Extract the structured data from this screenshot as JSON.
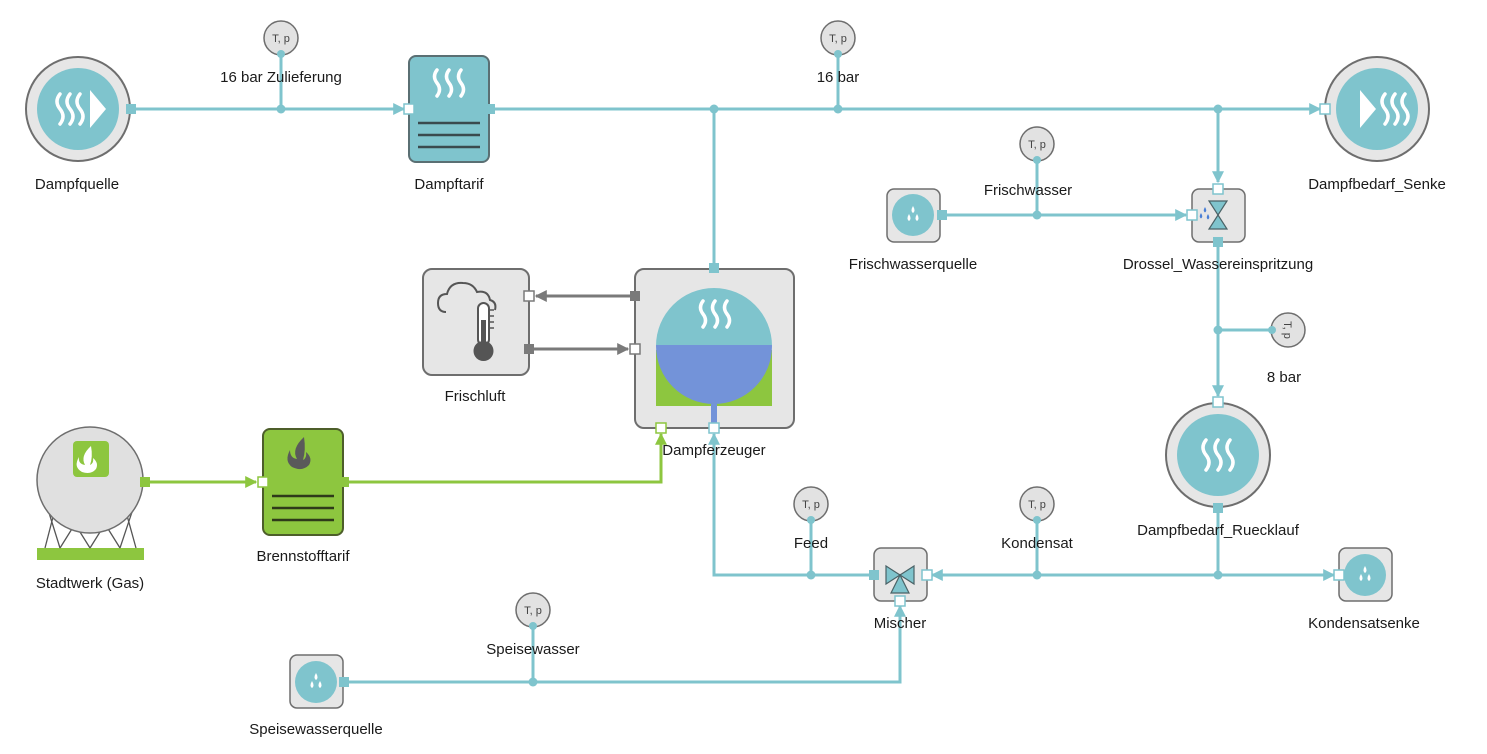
{
  "colors": {
    "steam": "#7fc4cd",
    "fuel": "#8dc63f",
    "air": "#7a7a7a",
    "water": "#7393d9",
    "boxFill": "#e6e6e6",
    "boxStroke": "#6e6e6e"
  },
  "components": {
    "dampfquelle": "Dampfquelle",
    "dampftarif": "Dampftarif",
    "dampfbedarf_senke": "Dampfbedarf_Senke",
    "frischwasserquelle": "Frischwasserquelle",
    "drossel": "Drossel_Wassereinspritzung",
    "frischluft": "Frischluft",
    "dampferzeuger": "Dampferzeuger",
    "stadtwerk": "Stadtwerk (Gas)",
    "brennstofftarif": "Brennstofftarif",
    "dampfbedarf_ruecklauf": "Dampfbedarf_Ruecklauf",
    "mischer": "Mischer",
    "kondensatsenke": "Kondensatsenke",
    "speisewasserquelle": "Speisewasserquelle"
  },
  "streams": {
    "zulieferung": "16 bar Zulieferung",
    "bar16": "16 bar",
    "frischwasser": "Frischwasser",
    "bar8": "8 bar",
    "feed": "Feed",
    "kondensat": "Kondensat",
    "speisewasser": "Speisewasser"
  },
  "sensor_label": "T, p",
  "icons": {
    "steam": "steam-waves-icon",
    "flame": "flame-icon",
    "droplets": "water-droplets-icon",
    "weather": "cloud-thermometer-icon",
    "valve": "valve-icon"
  }
}
